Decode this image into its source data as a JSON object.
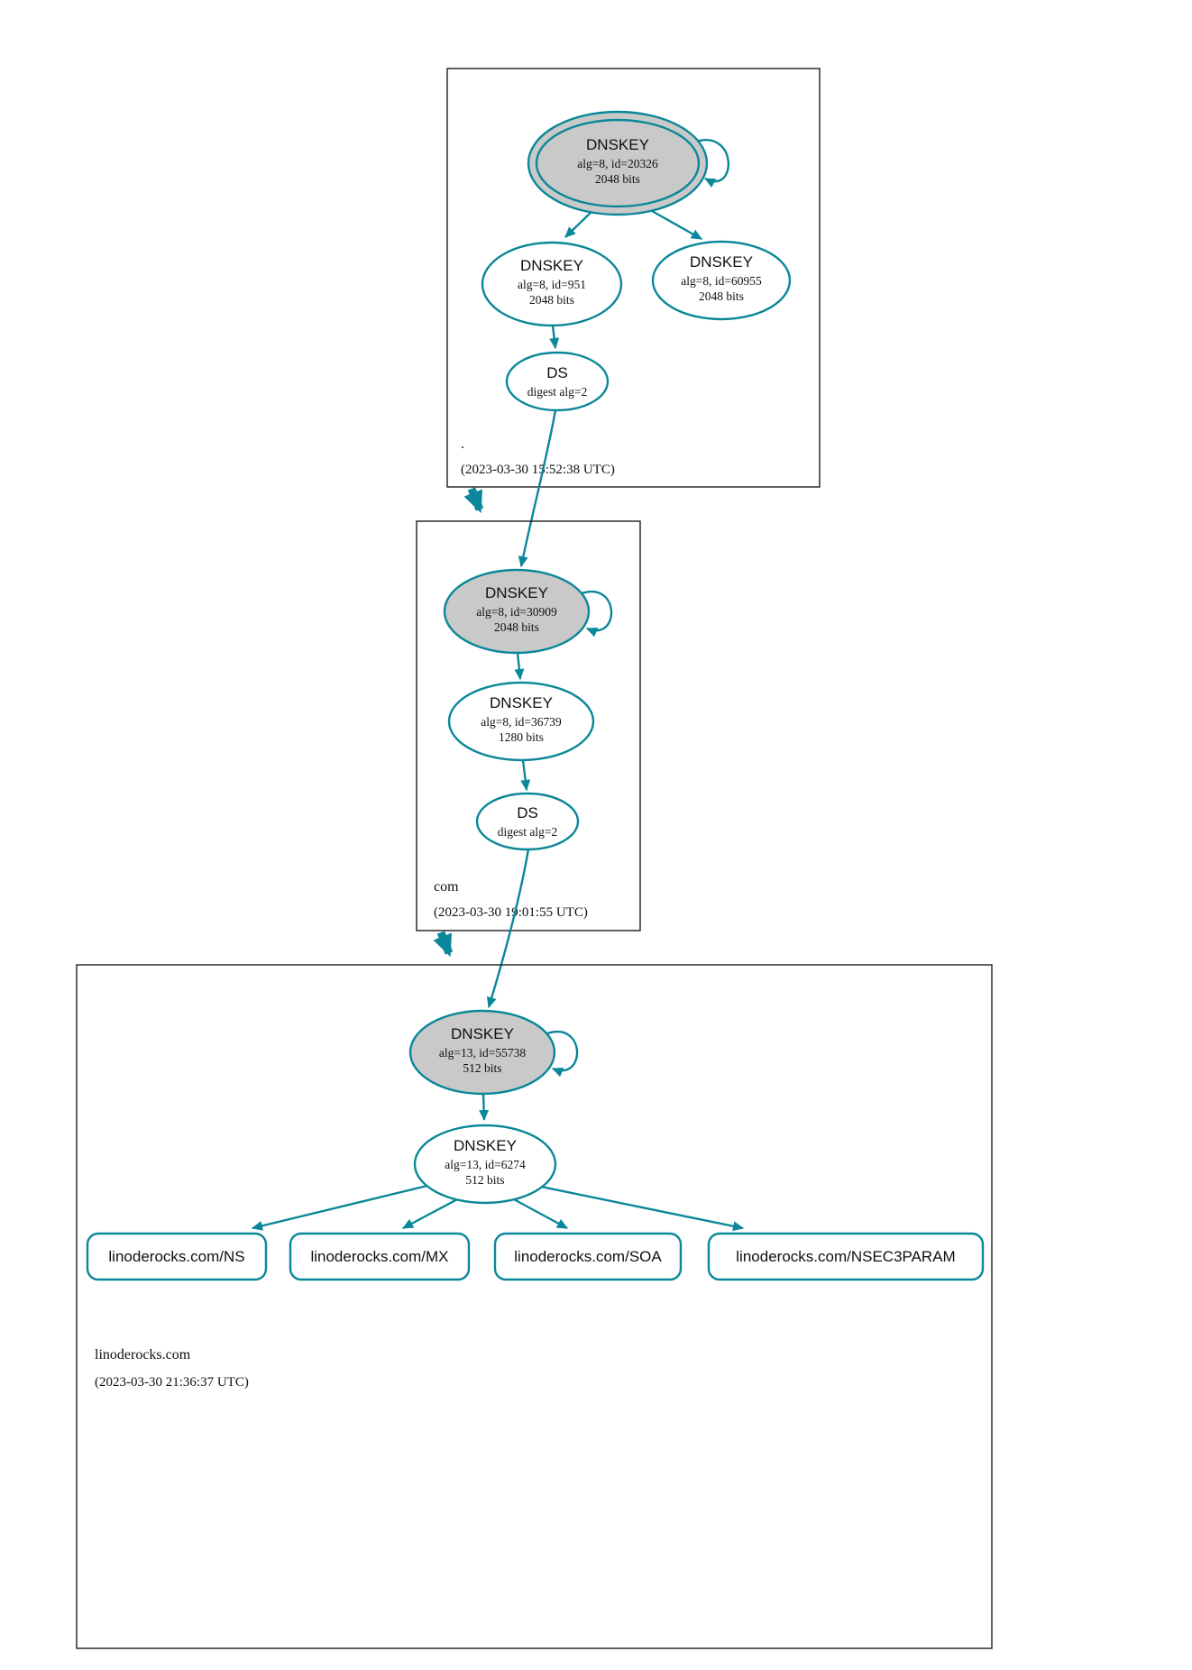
{
  "colors": {
    "edge": "#0a879a",
    "ksk_fill": "#c9c9c9",
    "box_border": "#1c1c1c",
    "text": "#101010",
    "background": "#ffffff"
  },
  "zones": [
    {
      "name": ".",
      "timestamp": "(2023-03-30 15:52:38 UTC)",
      "ksk": {
        "title": "DNSKEY",
        "meta": "alg=8, id=20326",
        "bits": "2048 bits"
      },
      "keys": [
        {
          "title": "DNSKEY",
          "meta": "alg=8, id=951",
          "bits": "2048 bits"
        },
        {
          "title": "DNSKEY",
          "meta": "alg=8, id=60955",
          "bits": "2048 bits"
        }
      ],
      "ds": {
        "title": "DS",
        "meta": "digest alg=2"
      }
    },
    {
      "name": "com",
      "timestamp": "(2023-03-30 19:01:55 UTC)",
      "ksk": {
        "title": "DNSKEY",
        "meta": "alg=8, id=30909",
        "bits": "2048 bits"
      },
      "keys": [
        {
          "title": "DNSKEY",
          "meta": "alg=8, id=36739",
          "bits": "1280 bits"
        }
      ],
      "ds": {
        "title": "DS",
        "meta": "digest alg=2"
      }
    },
    {
      "name": "linoderocks.com",
      "timestamp": "(2023-03-30 21:36:37 UTC)",
      "ksk": {
        "title": "DNSKEY",
        "meta": "alg=13, id=55738",
        "bits": "512 bits"
      },
      "keys": [
        {
          "title": "DNSKEY",
          "meta": "alg=13, id=6274",
          "bits": "512 bits"
        }
      ],
      "rrsets": [
        {
          "label": "linoderocks.com/NS"
        },
        {
          "label": "linoderocks.com/MX"
        },
        {
          "label": "linoderocks.com/SOA"
        },
        {
          "label": "linoderocks.com/NSEC3PARAM"
        }
      ]
    }
  ]
}
